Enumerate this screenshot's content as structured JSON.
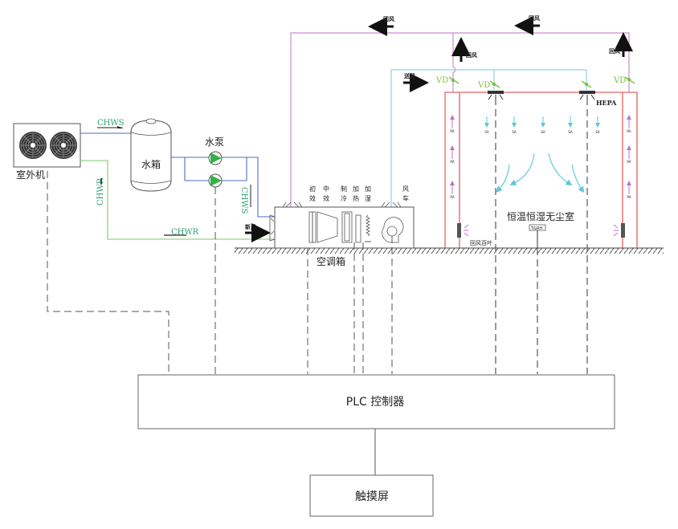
{
  "colors": {
    "chws_line": "#4a6fc4",
    "chwr_line": "#7dc96a",
    "return_air_duct": "#c98fd0",
    "supply_air_duct": "#8fd3e0",
    "cleanroom_wall": "#e46060",
    "vd_damper": "#7dc242",
    "label_green": "#2aa36b",
    "control_dashed": "#555555"
  },
  "equipment": {
    "outdoor_unit": "室外机",
    "water_tank": "水箱",
    "water_pump": "水泵",
    "ahu": "空调箱",
    "plc": "PLC 控制器",
    "touch_screen": "触摸屏",
    "cleanroom": "恒温恒湿无尘室",
    "th_sensor": "T&RH"
  },
  "ahu_sections": [
    {
      "line1": "初",
      "line2": "效"
    },
    {
      "line1": "中",
      "line2": "效"
    },
    {
      "line1": "制",
      "line2": "冷"
    },
    {
      "line1": "加",
      "line2": "热"
    },
    {
      "line1": "加",
      "line2": "湿"
    },
    {
      "line1": "风",
      "line2": "车"
    }
  ],
  "pipes": {
    "chws_top": "CHWS",
    "chws_vertical": "CHWS",
    "chwr_vertical": "CHWR",
    "chwr_bottom": "CHWR"
  },
  "airflow": {
    "fresh_air": "新风",
    "supply_air": "送风",
    "return_air_top_left": "回风",
    "return_air_top_right": "回风",
    "return_air_up_left": "回风",
    "return_air_up_right": "回风",
    "return_louver": "回风百叶",
    "hepa": "HEPA",
    "vd": "VD",
    "sa": "SA",
    "ra": "RA"
  }
}
